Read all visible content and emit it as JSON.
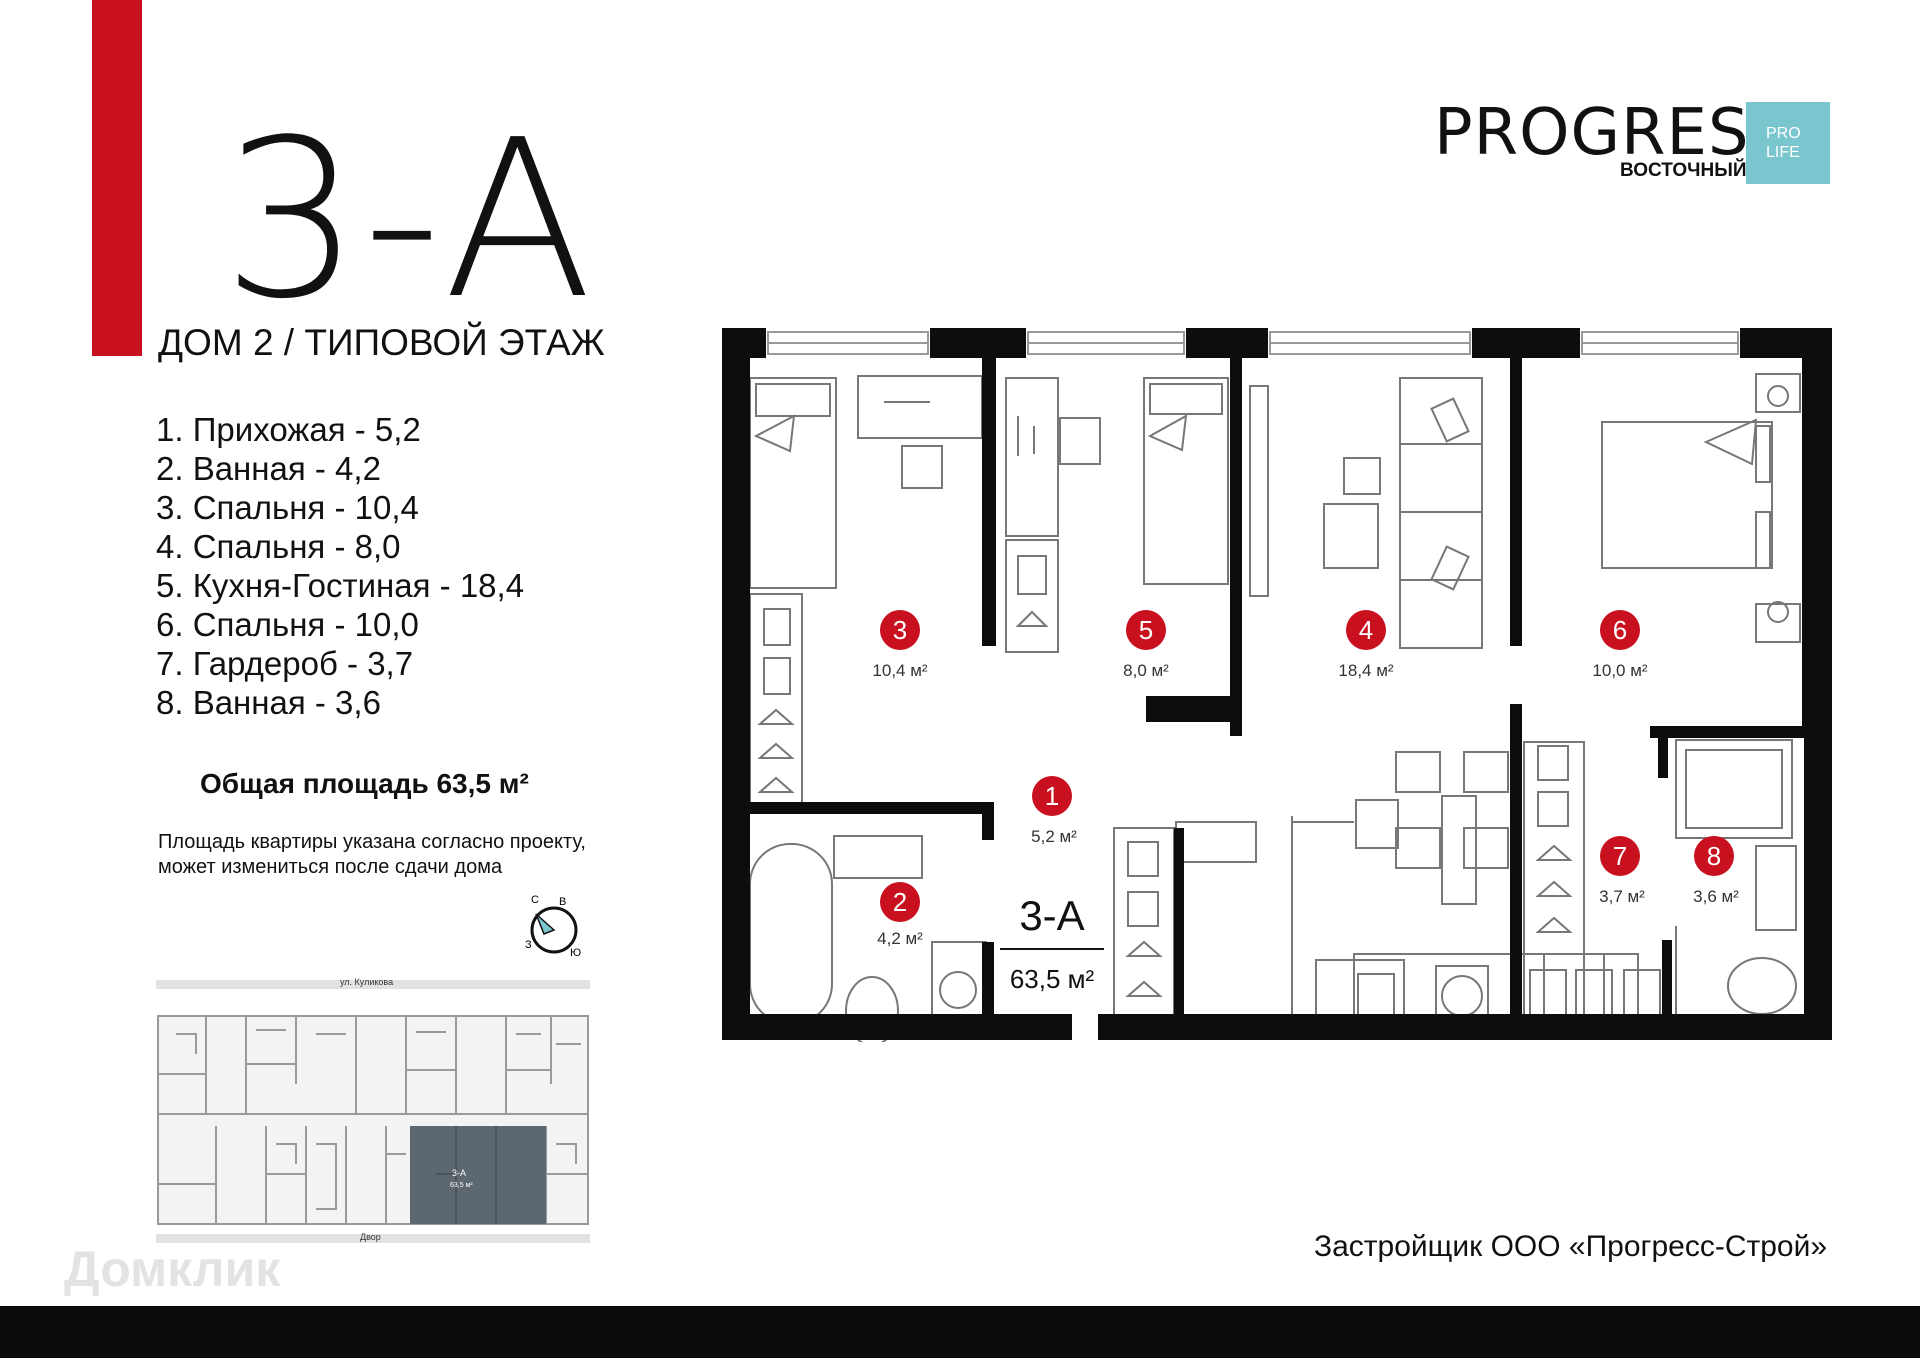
{
  "title": "3-А",
  "subtitle": "ДОМ 2 / ТИПОВОЙ ЭТАЖ",
  "rooms": [
    {
      "list": "1. Прихожая - 5,2",
      "num": "1",
      "area": "5,2 м²"
    },
    {
      "list": "2. Ванная - 4,2",
      "num": "2",
      "area": "4,2 м²"
    },
    {
      "list": "3. Спальня - 10,4",
      "num": "3",
      "area": "10,4 м²"
    },
    {
      "list": "4. Спальня - 8,0",
      "num": "5",
      "area": "8,0 м²"
    },
    {
      "list": "5. Кухня-Гостиная - 18,4",
      "num": "4",
      "area": "18,4 м²"
    },
    {
      "list": "6. Спальня - 10,0",
      "num": "6",
      "area": "10,0 м²"
    },
    {
      "list": "7. Гардероб - 3,7",
      "num": "7",
      "area": "3,7 м²"
    },
    {
      "list": "8. Ванная - 3,6",
      "num": "8",
      "area": "3,6 м²"
    }
  ],
  "total_area": "Общая площадь 63,5 м²",
  "note_line1": "Площадь квартиры указана согласно проекту,",
  "note_line2": "может измениться  после сдачи дома",
  "plan_label": "3-А",
  "plan_area": "63,5 м²",
  "brand": "PROGRESS",
  "brand_sub": "ВОСТОЧНЫЙ",
  "pro": "PRO",
  "life": "LIFE",
  "developer": "Застройщик ООО «Прогресс-Строй»",
  "street": "ул. Куликова",
  "yard": "Двор",
  "mini_label": "3-А",
  "mini_area": "63,5 м²",
  "compass": {
    "n": "С",
    "e": "В",
    "s": "Ю",
    "w": "З"
  },
  "watermark": "Домклик",
  "colors": {
    "accent": "#c8101f",
    "brand_box": "#79c6cf",
    "highlight": "#5c6770",
    "bottom_bar": "#0b0b0b"
  }
}
